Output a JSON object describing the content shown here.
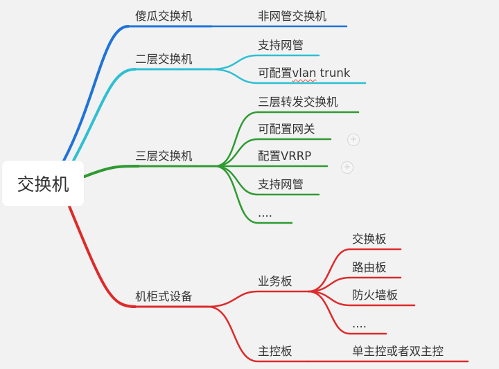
{
  "root": {
    "label": "交换机"
  },
  "colors": {
    "blue": "#1e73d8",
    "cyan": "#2fbfd3",
    "green": "#2f9a32",
    "red": "#de2a2a",
    "background": "#f2f2f2"
  },
  "branches": [
    {
      "label": "傻瓜交换机",
      "color": "blue",
      "children": [
        {
          "label": "非网管交换机"
        }
      ]
    },
    {
      "label": "二层交换机",
      "color": "cyan",
      "children": [
        {
          "label": "支持网管"
        },
        {
          "label": "可配置",
          "label_underlined": "vlan",
          "label_rest": " trunk"
        }
      ]
    },
    {
      "label": "三层交换机",
      "color": "green",
      "children": [
        {
          "label": "三层转发交换机"
        },
        {
          "label": "可配置网关"
        },
        {
          "label": "配置VRRP"
        },
        {
          "label": "支持网管"
        },
        {
          "label": "...."
        }
      ]
    },
    {
      "label": "机柜式设备",
      "color": "red",
      "children": [
        {
          "label": "业务板",
          "children": [
            {
              "label": "交换板"
            },
            {
              "label": "路由板"
            },
            {
              "label": "防火墙板"
            },
            {
              "label": "...."
            }
          ]
        },
        {
          "label": "主控板",
          "children": [
            {
              "label": "单主控或者双主控"
            }
          ]
        }
      ]
    }
  ],
  "collapse_markers": {
    "symbol": "+"
  }
}
